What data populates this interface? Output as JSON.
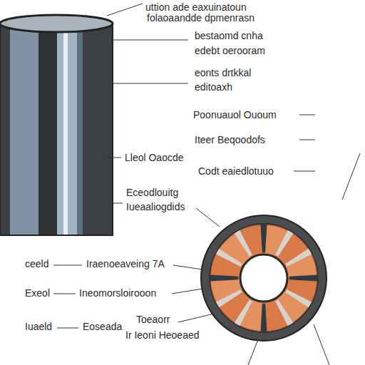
{
  "diagram": {
    "labels": [
      "uttion ade eaxuinatoun",
      "folaoaandde dpmenrasn",
      "bestaomd cnha",
      "edebt oerooram",
      "eonts drtkkal",
      "editoaxh",
      "Poonuauol Ououm",
      "Iteer Beqoodofs",
      "Codt eaiedlotuuo",
      "Lleol Oaocde",
      "Eceodlouitg",
      "Iueaaliogdids",
      "ceeld",
      "Iraenoeaveing 7A",
      "Exeol",
      "Ineomorsloirooon",
      "Iuaeld",
      "Eoseada",
      "Toeaorr",
      "Ir Ieoni Heoeaed"
    ]
  }
}
